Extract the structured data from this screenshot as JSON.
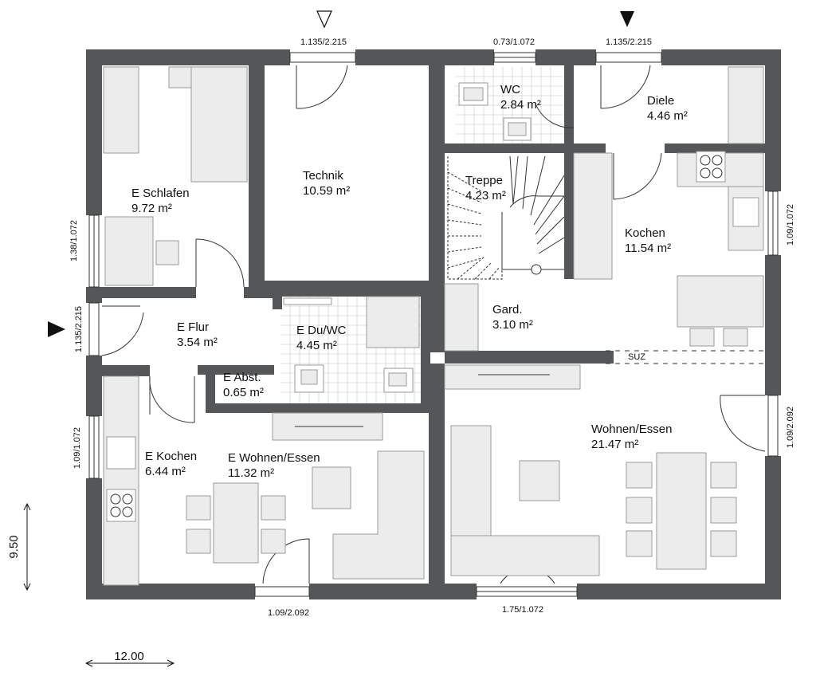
{
  "rooms": {
    "e_schlafen": {
      "name": "E Schlafen",
      "area": "9.72 m²"
    },
    "technik": {
      "name": "Technik",
      "area": "10.59 m²"
    },
    "wc": {
      "name": "WC",
      "area": "2.84 m²"
    },
    "diele": {
      "name": "Diele",
      "area": "4.46 m²"
    },
    "treppe": {
      "name": "Treppe",
      "area": "4.23 m²"
    },
    "kochen": {
      "name": "Kochen",
      "area": "11.54 m²"
    },
    "gard": {
      "name": "Gard.",
      "area": "3.10 m²"
    },
    "e_flur": {
      "name": "E Flur",
      "area": "3.54 m²"
    },
    "e_du_wc": {
      "name": "E Du/WC",
      "area": "4.45 m²"
    },
    "e_abst": {
      "name": "E Abst.",
      "area": "0.65 m²"
    },
    "e_kochen": {
      "name": "E Kochen",
      "area": "6.44 m²"
    },
    "e_wohnen_essen": {
      "name": "E Wohnen/Essen",
      "area": "11.32 m²"
    },
    "wohnen_essen": {
      "name": "Wohnen/Essen",
      "area": "21.47 m²"
    }
  },
  "openings": {
    "top_left_door": "1.135/2.215",
    "top_wc_window": "0.73/1.072",
    "top_right_door": "1.135/2.215",
    "left_schlafen_window": "1.38/1.072",
    "left_flur_door": "1.135/2.215",
    "left_kochen_window": "1.09/1.072",
    "right_kochen_window": "1.09/1.072",
    "right_wohnen_door": "1.09/2.092",
    "bottom_left_door": "1.09/2.092",
    "bottom_window": "1.75/1.072"
  },
  "labels": {
    "suz": "SUZ",
    "height_dimension": "9.50",
    "width_dimension": "12.00"
  },
  "colors": {
    "wall": "#555657",
    "furniture": "#ececec"
  }
}
